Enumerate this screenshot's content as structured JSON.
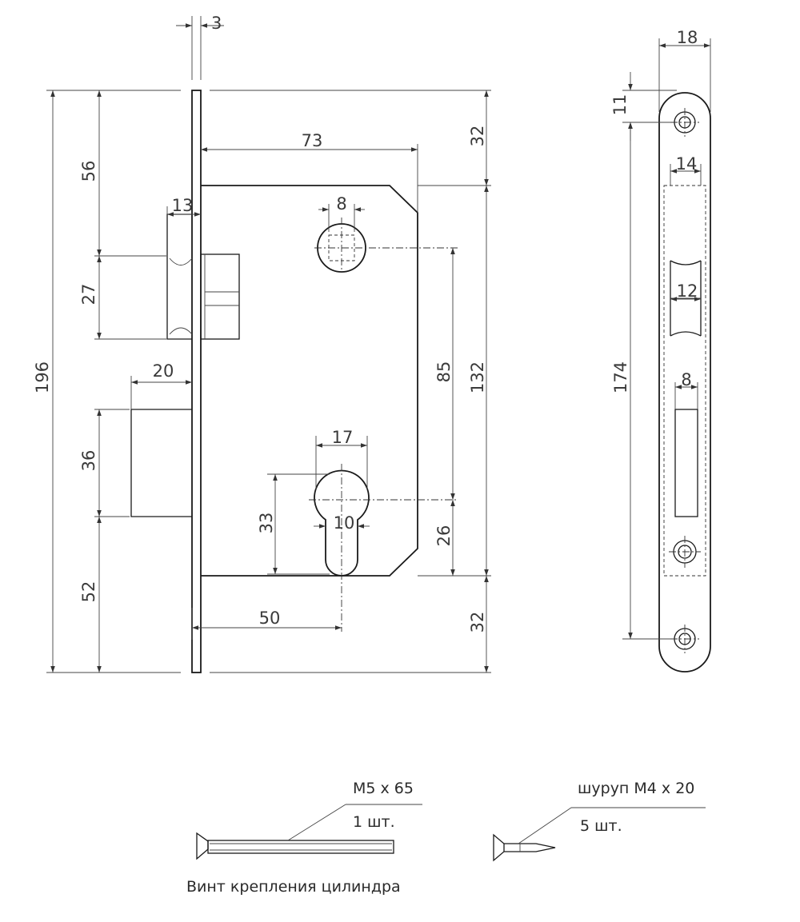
{
  "front_view": {
    "dims": {
      "faceplate_thickness": "3",
      "total_height": "196",
      "top_to_latch": "56",
      "latch_height": "27",
      "bolt_height": "36",
      "bottom_to_bolt": "52",
      "latch_projection": "13",
      "bolt_projection": "20",
      "backset_case": "73",
      "spindle_square": "8",
      "case_top_offset": "32",
      "case_height": "132",
      "case_bottom_offset": "32",
      "spindle_to_cylinder": "85",
      "cylinder_width": "17",
      "cylinder_height": "33",
      "cylinder_slot": "10",
      "cylinder_to_bottom": "26",
      "backset": "50"
    }
  },
  "side_view": {
    "dims": {
      "faceplate_width": "18",
      "top_hole_offset": "11",
      "latch_window_width": "14",
      "latch_tongue_width": "12",
      "hole_spacing": "174",
      "bolt_window_width": "8"
    }
  },
  "accessories": {
    "cylinder_screw": {
      "spec": "М5 x 65",
      "qty": "1 шт.",
      "caption": "Винт крепления цилиндра"
    },
    "wood_screw": {
      "spec": "шуруп М4 x 20",
      "qty": "5 шт."
    }
  }
}
